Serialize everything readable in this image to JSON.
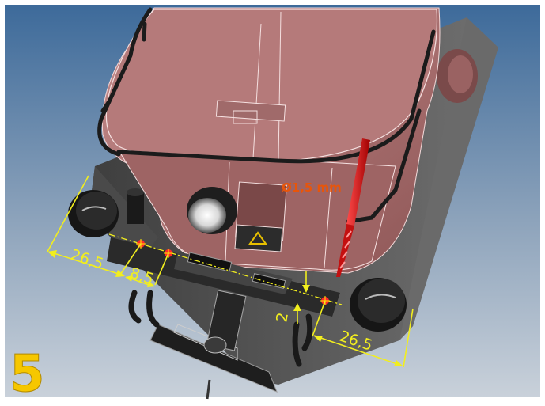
{
  "step": {
    "number": "5",
    "color": "#f6c700"
  },
  "drill": {
    "label": "Ø1,5 mm",
    "label_color": "#e8550a",
    "color": "#d81414"
  },
  "dimensions": {
    "color": "#f2ee1e",
    "left_width": "26,5",
    "left_gap": "8,5",
    "right_width": "26,5",
    "height_offset": "2"
  },
  "colors": {
    "background_top": "#3d6a9a",
    "background_bottom": "#c9d1da",
    "body": "#a86e6e",
    "chassis": "#555555",
    "hole_marker": "#ff2a2a"
  }
}
